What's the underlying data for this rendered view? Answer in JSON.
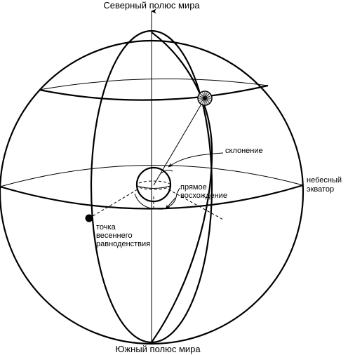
{
  "labels": {
    "north_pole": "Северный полюс мира",
    "south_pole": "Южный полюс мира",
    "declination": "склонение",
    "right_ascension": [
      "прямое",
      "восхождение"
    ],
    "celestial_equator": [
      "небесный",
      "экватор"
    ],
    "vernal_equinox": [
      "точка",
      "весеннего",
      "равноденствия"
    ]
  },
  "colors": {
    "line": "#000000",
    "background": "#ffffff"
  },
  "icons": {
    "star": "star-icon",
    "equinox_point": "filled-dot-icon"
  }
}
